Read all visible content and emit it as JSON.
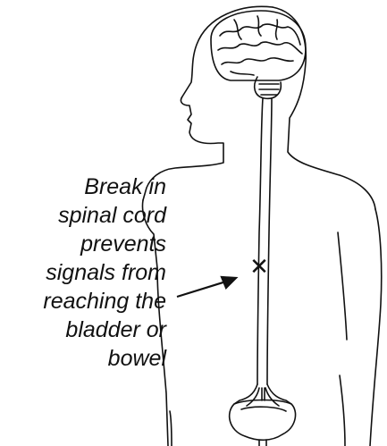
{
  "caption": {
    "lines": [
      "Break in",
      "spinal cord",
      "prevents",
      "signals from",
      "reaching the",
      "bladder or",
      "bowel"
    ]
  },
  "marker": {
    "symbol": "✕"
  },
  "colors": {
    "ink": "#111111",
    "background": "#ffffff"
  }
}
